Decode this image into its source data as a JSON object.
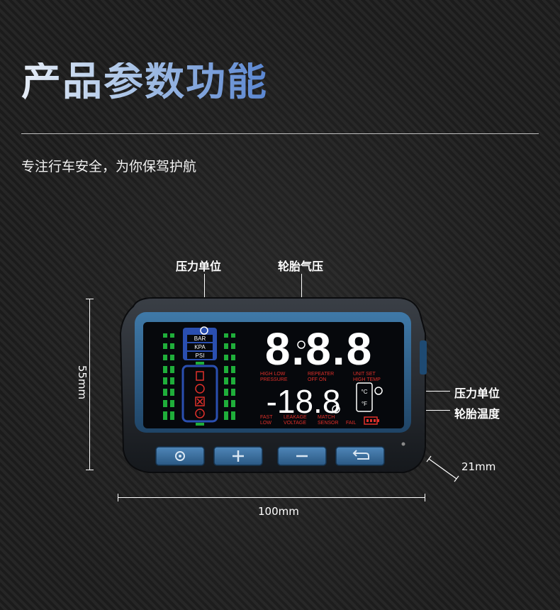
{
  "header": {
    "title": "产品参数功能",
    "subtitle": "专注行车安全，为你保驾护航"
  },
  "callouts": {
    "pressure_unit_top": "压力单位",
    "tire_pressure": "轮胎气压",
    "pressure_unit_right": "压力单位",
    "tire_temperature": "轮胎温度"
  },
  "dimensions": {
    "height": "55mm",
    "width": "100mm",
    "depth": "21mm"
  },
  "display": {
    "pressure_digits": "8.8.8",
    "temperature_digits": "-18.8",
    "units": {
      "bar": "BAR",
      "kpa": "KPA",
      "psi": "PSI"
    },
    "temp_units": {
      "c": "°C",
      "f": "°F"
    },
    "labels": {
      "high_low": "HIGH LOW",
      "pressure": "PRESSURE",
      "repeater": "REPEATER",
      "off_on": "OFF    ON",
      "unit_set": "UNIT  SET",
      "high_temp": "HIGH TEMP",
      "fast": "FAST",
      "low": "LOW",
      "leakage": "LEAKAGE",
      "voltage": "VOLTAGE",
      "match": "MATCH",
      "sensor": "SENSOR",
      "fail": "FAIL"
    }
  },
  "buttons": [
    {
      "icon": "tire-icon"
    },
    {
      "icon": "plus-icon"
    },
    {
      "icon": "minus-icon"
    },
    {
      "icon": "return-icon"
    }
  ],
  "colors": {
    "title_start": "#e6edf7",
    "title_end": "#5a86d1",
    "device_blue": "#2d5f8a",
    "screen_bg": "#06080c",
    "lcd_green": "#1fae3a",
    "lcd_red": "#e0302a",
    "lcd_blue": "#2a4fb0",
    "lcd_white": "#ffffff"
  }
}
